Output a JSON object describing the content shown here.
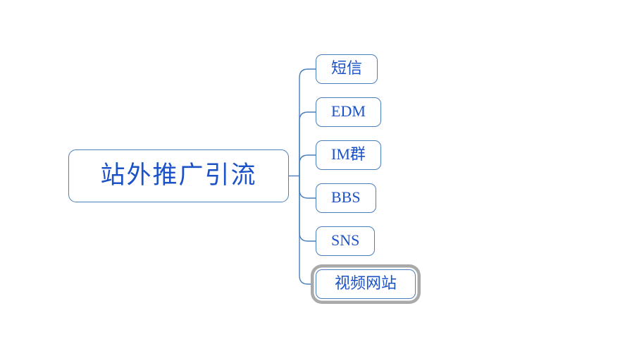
{
  "diagram": {
    "type": "mindmap",
    "root": {
      "id": "offsite-promotion",
      "label": "站外推广引流"
    },
    "children": [
      {
        "id": "sms",
        "label": "短信",
        "selected": false
      },
      {
        "id": "edm",
        "label": "EDM",
        "selected": false
      },
      {
        "id": "im-group",
        "label": "IM群",
        "selected": false
      },
      {
        "id": "bbs",
        "label": "BBS",
        "selected": false
      },
      {
        "id": "sns",
        "label": "SNS",
        "selected": false
      },
      {
        "id": "video-sites",
        "label": "视频网站",
        "selected": true
      }
    ],
    "colors": {
      "node_border": "#4a7ebc",
      "node_text": "#1c52c8",
      "connector": "#4a7ebc",
      "selection_ring": "#a9a9a9",
      "background": "#ffffff"
    }
  }
}
